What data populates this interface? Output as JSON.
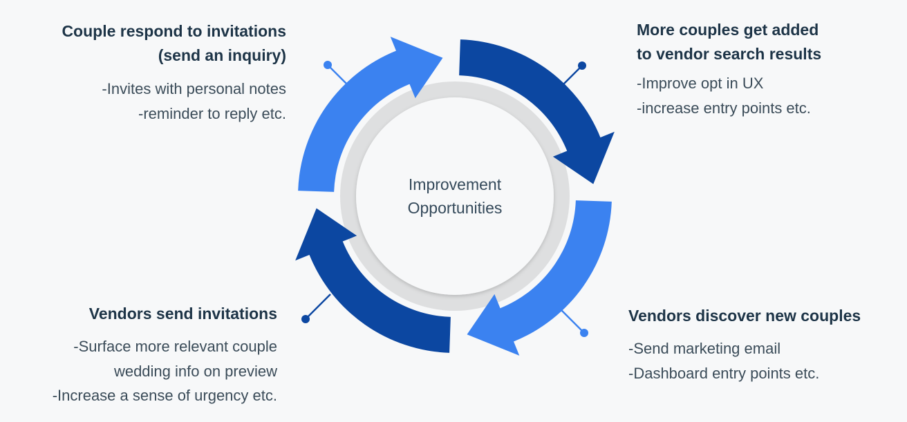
{
  "center": {
    "line1": "Improvement",
    "line2": "Opportunities"
  },
  "colors": {
    "light_blue": "#3b82f0",
    "dark_blue": "#0c47a1",
    "ring_gray": "#dedfe0",
    "background": "#f7f8f9"
  },
  "steps": [
    {
      "title_lines": [
        "Couple respond to invitations",
        "(send an inquiry)"
      ],
      "items": [
        "-Invites with personal notes",
        "-reminder to reply etc."
      ]
    },
    {
      "title_lines": [
        "More couples get added",
        "to vendor search results"
      ],
      "items": [
        "-Improve opt in UX",
        "-increase entry points etc."
      ]
    },
    {
      "title_lines": [
        "Vendors discover new couples"
      ],
      "items": [
        "-Send marketing email",
        "-Dashboard entry points etc."
      ]
    },
    {
      "title_lines": [
        "Vendors send invitations"
      ],
      "items": [
        "-Surface more relevant couple",
        "wedding info on preview",
        "-Increase a sense of urgency etc."
      ]
    }
  ]
}
